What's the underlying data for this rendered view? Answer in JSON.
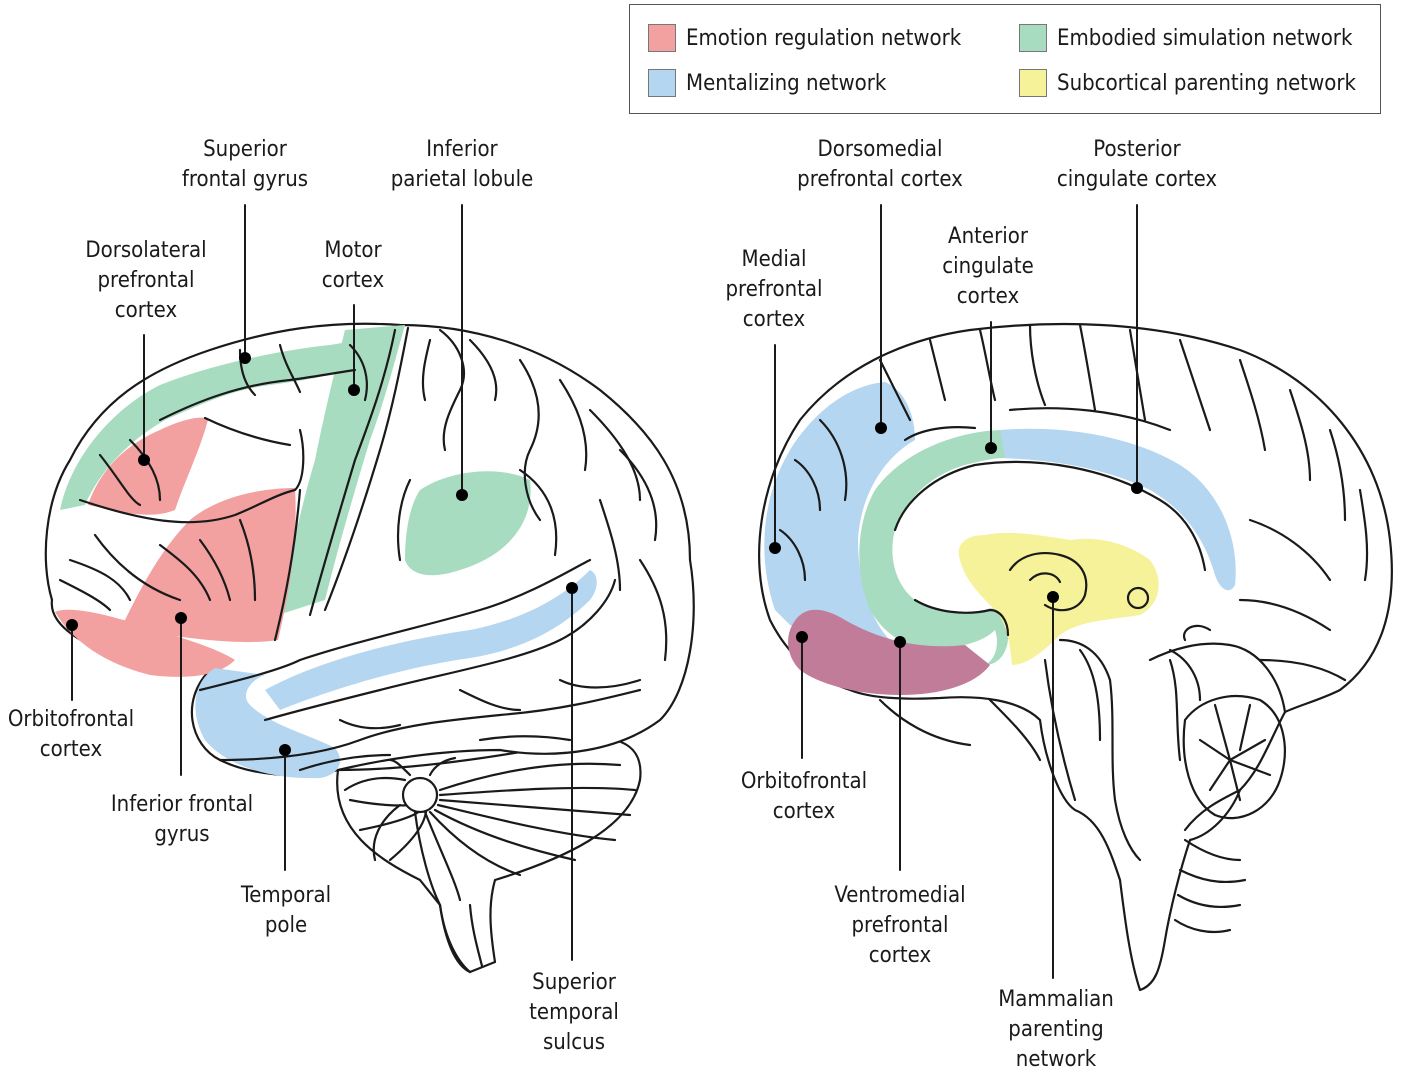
{
  "colors": {
    "emotion": "#f2a0a0",
    "mentalizing": "#b5d6f0",
    "embodied": "#a8dcc0",
    "subcortical": "#f5f29a",
    "overlap": "#c07c98",
    "outline": "#1a1a1a"
  },
  "legend": {
    "items": [
      {
        "label": "Emotion regulation network",
        "color": "#f2a0a0"
      },
      {
        "label": "Mentalizing network",
        "color": "#b5d6f0"
      },
      {
        "label": "Embodied simulation network",
        "color": "#a8dcc0"
      },
      {
        "label": "Subcortical parenting network",
        "color": "#f5f29a"
      }
    ]
  },
  "lateral_labels": {
    "superior_frontal_gyrus": "Superior\nfrontal gyrus",
    "inferior_parietal_lobule": "Inferior\nparietal lobule",
    "dorsolateral_prefrontal_cortex": "Dorsolateral\nprefrontal\ncortex",
    "motor_cortex": "Motor\ncortex",
    "orbitofrontal_cortex": "Orbitofrontal\ncortex",
    "inferior_frontal_gyrus": "Inferior frontal\ngyrus",
    "temporal_pole": "Temporal\npole",
    "superior_temporal_sulcus": "Superior\ntemporal\nsulcus"
  },
  "medial_labels": {
    "dorsomedial_prefrontal_cortex": "Dorsomedial\nprefrontal cortex",
    "posterior_cingulate_cortex": "Posterior\ncingulate cortex",
    "anterior_cingulate_cortex": "Anterior\ncingulate\ncortex",
    "medial_prefrontal_cortex": "Medial\nprefrontal\ncortex",
    "orbitofrontal_cortex": "Orbitofrontal\ncortex",
    "ventromedial_prefrontal_cortex": "Ventromedial\nprefrontal\ncortex",
    "mammalian_parenting_network": "Mammalian\nparenting\nnetwork"
  }
}
